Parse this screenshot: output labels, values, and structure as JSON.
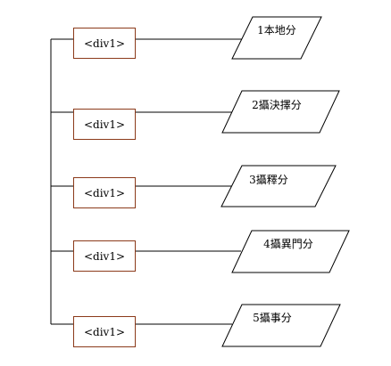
{
  "rows": [
    {
      "box_label": "<div1>",
      "node_label": "1本地分"
    },
    {
      "box_label": "<div1>",
      "node_label": "2攝決擇分"
    },
    {
      "box_label": "<div1>",
      "node_label": "3攝釋分"
    },
    {
      "box_label": "<div1>",
      "node_label": "4攝異門分"
    },
    {
      "box_label": "<div1>",
      "node_label": "5攝事分"
    }
  ],
  "colors": {
    "box_border": "#8b3a1a",
    "line": "#000000"
  }
}
